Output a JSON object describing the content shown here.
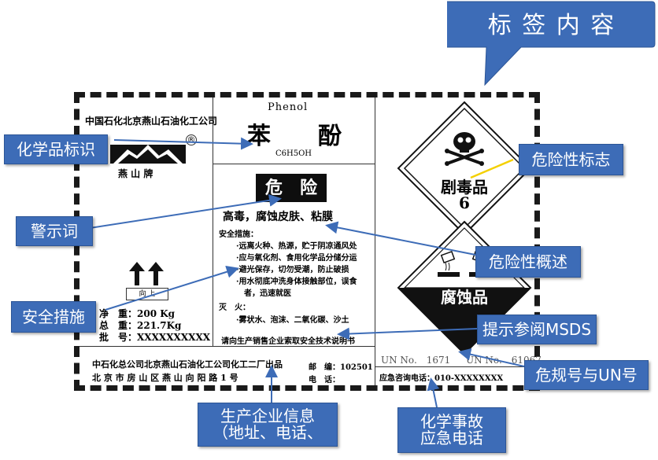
{
  "title_box": "标 签 内 容",
  "label": {
    "company": "中国石化北京燕山石油化工公司",
    "brand": "燕 山 牌",
    "registered_mark": "®",
    "english_name": "Phenol",
    "chinese_name": "苯　　酚",
    "formula": "C6H5OH",
    "signal_word": "危　险",
    "hazard_summary": "高毒，腐蚀皮肤、粘膜",
    "safety_heading": "安全措施：",
    "safety_items": [
      "·远离火种、热源，贮于阴凉通风处",
      "·应与氧化剂、食用化学品分储分运",
      "·避光保存，切勿受潮，防止破损",
      "·用水彻底冲洗身体接触部位，误食",
      "　者，迅速就医"
    ],
    "fire_heading": "灭　火：",
    "fire_item": "·雾状水、泡沫、二氧化碳、沙土",
    "msds_note": "请向生产销售企业索取安全技术说明书",
    "up_label": "向 上",
    "net_weight": "净　重：200 Kg",
    "gross_weight": "总　重：221.7Kg",
    "batch": "批　号：XXXXXXXXXX",
    "producer": "中石化总公司北京燕山石油化工公司化工二厂出品",
    "address": "北 京 市 房 山 区 燕 山 向 阳 路 1 号",
    "postcode": "邮　编：102501",
    "phone_label": "电　话：",
    "un_no": "UN No.　1671",
    "un_no2": "UN No.　61067",
    "emergency_phone": "应急咨询电话：010-XXXXXXXX",
    "toxic_label": "剧毒品",
    "toxic_class": "6",
    "corrosive_label": "腐蚀品"
  },
  "callouts": {
    "chem_id": "化学品标识",
    "hazard_symbol": "危险性标志",
    "signal_word": "警示词",
    "hazard_overview": "危险性概述",
    "safety_measures": "安全措施",
    "msds": "提示参阅MSDS",
    "un_number": "危规号与UN号",
    "producer_info_line1": "生产企业信息",
    "producer_info_line2": "（地址、电话、",
    "emergency_line1": "化学事故",
    "emergency_line2": "应急电话"
  },
  "colors": {
    "callout_bg": "#3d6cb7",
    "arrow": "#3d6cb7",
    "highlight_arrow": "#f4d000"
  }
}
